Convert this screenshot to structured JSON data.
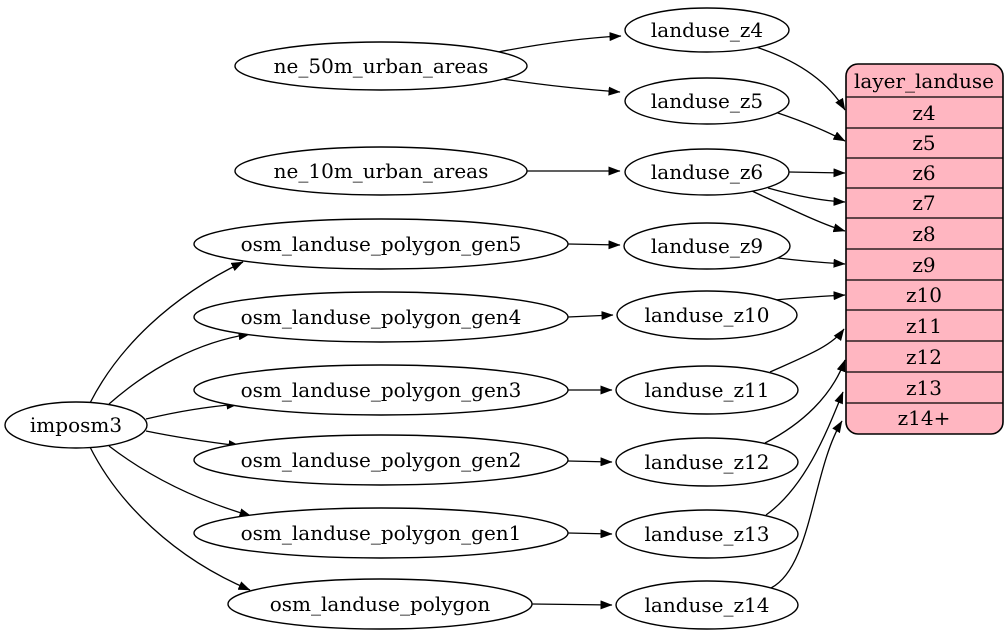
{
  "nodes": [
    {
      "id": "imposm3",
      "label": "imposm3"
    },
    {
      "id": "ne_50m_urban_areas",
      "label": "ne_50m_urban_areas"
    },
    {
      "id": "ne_10m_urban_areas",
      "label": "ne_10m_urban_areas"
    },
    {
      "id": "osm_landuse_polygon_gen5",
      "label": "osm_landuse_polygon_gen5"
    },
    {
      "id": "osm_landuse_polygon_gen4",
      "label": "osm_landuse_polygon_gen4"
    },
    {
      "id": "osm_landuse_polygon_gen3",
      "label": "osm_landuse_polygon_gen3"
    },
    {
      "id": "osm_landuse_polygon_gen2",
      "label": "osm_landuse_polygon_gen2"
    },
    {
      "id": "osm_landuse_polygon_gen1",
      "label": "osm_landuse_polygon_gen1"
    },
    {
      "id": "osm_landuse_polygon",
      "label": "osm_landuse_polygon"
    },
    {
      "id": "landuse_z4",
      "label": "landuse_z4"
    },
    {
      "id": "landuse_z5",
      "label": "landuse_z5"
    },
    {
      "id": "landuse_z6",
      "label": "landuse_z6"
    },
    {
      "id": "landuse_z9",
      "label": "landuse_z9"
    },
    {
      "id": "landuse_z10",
      "label": "landuse_z10"
    },
    {
      "id": "landuse_z11",
      "label": "landuse_z11"
    },
    {
      "id": "landuse_z12",
      "label": "landuse_z12"
    },
    {
      "id": "landuse_z13",
      "label": "landuse_z13"
    },
    {
      "id": "landuse_z14",
      "label": "landuse_z14"
    }
  ],
  "table": {
    "title": "layer_landuse",
    "rows": [
      "z4",
      "z5",
      "z6",
      "z7",
      "z8",
      "z9",
      "z10",
      "z11",
      "z12",
      "z13",
      "z14+"
    ]
  },
  "edges": [
    {
      "from": "ne_50m_urban_areas",
      "to": "landuse_z4"
    },
    {
      "from": "ne_50m_urban_areas",
      "to": "landuse_z5"
    },
    {
      "from": "ne_10m_urban_areas",
      "to": "landuse_z6"
    },
    {
      "from": "imposm3",
      "to": "osm_landuse_polygon_gen5"
    },
    {
      "from": "imposm3",
      "to": "osm_landuse_polygon_gen4"
    },
    {
      "from": "imposm3",
      "to": "osm_landuse_polygon_gen3"
    },
    {
      "from": "imposm3",
      "to": "osm_landuse_polygon_gen2"
    },
    {
      "from": "imposm3",
      "to": "osm_landuse_polygon_gen1"
    },
    {
      "from": "imposm3",
      "to": "osm_landuse_polygon"
    },
    {
      "from": "osm_landuse_polygon_gen5",
      "to": "landuse_z9"
    },
    {
      "from": "osm_landuse_polygon_gen4",
      "to": "landuse_z10"
    },
    {
      "from": "osm_landuse_polygon_gen3",
      "to": "landuse_z11"
    },
    {
      "from": "osm_landuse_polygon_gen2",
      "to": "landuse_z12"
    },
    {
      "from": "osm_landuse_polygon_gen1",
      "to": "landuse_z13"
    },
    {
      "from": "osm_landuse_polygon",
      "to": "landuse_z14"
    },
    {
      "from": "landuse_z4",
      "to": "layer_landuse:z4"
    },
    {
      "from": "landuse_z5",
      "to": "layer_landuse:z5"
    },
    {
      "from": "landuse_z6",
      "to": "layer_landuse:z6"
    },
    {
      "from": "landuse_z6",
      "to": "layer_landuse:z7"
    },
    {
      "from": "landuse_z6",
      "to": "layer_landuse:z8"
    },
    {
      "from": "landuse_z9",
      "to": "layer_landuse:z9"
    },
    {
      "from": "landuse_z10",
      "to": "layer_landuse:z10"
    },
    {
      "from": "landuse_z11",
      "to": "layer_landuse:z11"
    },
    {
      "from": "landuse_z12",
      "to": "layer_landuse:z12"
    },
    {
      "from": "landuse_z13",
      "to": "layer_landuse:z13"
    },
    {
      "from": "landuse_z14",
      "to": "layer_landuse:z14+"
    }
  ],
  "colors": {
    "background": "#ffffff",
    "node_fill": "#ffffff",
    "stroke": "#000000",
    "table_fill": "#ffb6c1"
  }
}
